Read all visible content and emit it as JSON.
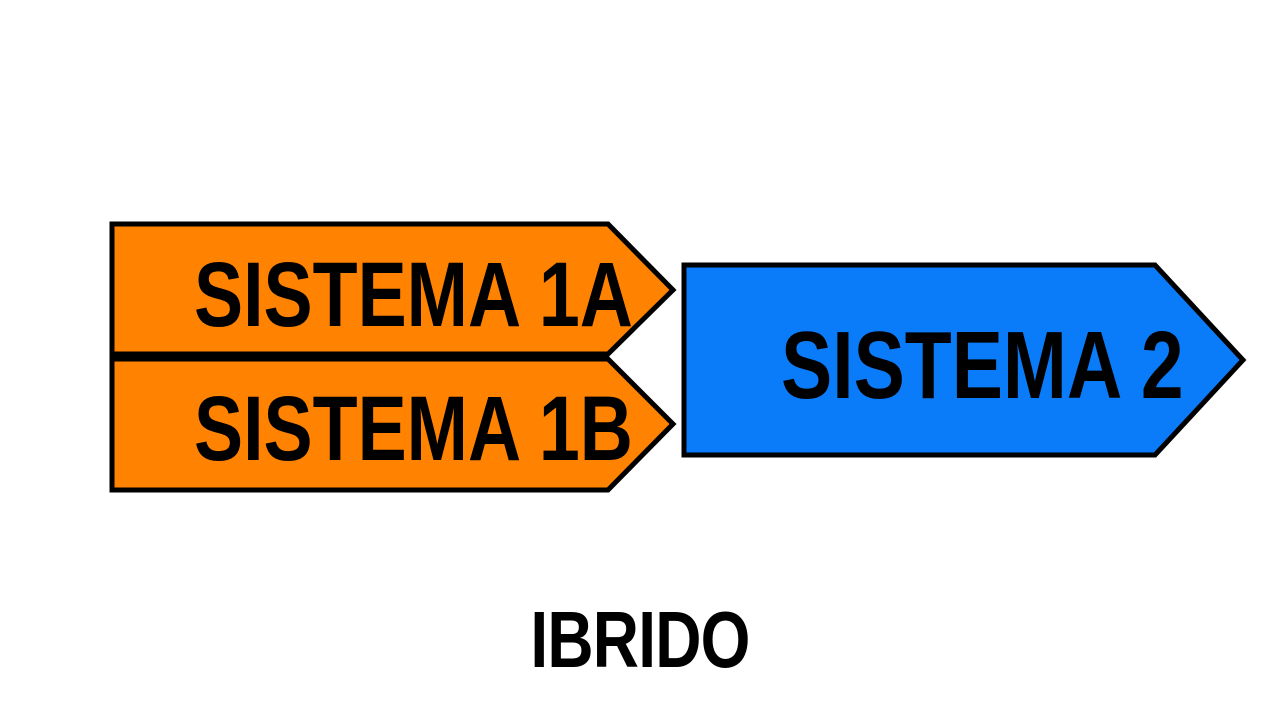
{
  "diagram": {
    "title": "IBRIDO",
    "background_color": "#FFFFFF",
    "stroke_color": "#000000",
    "nodes": [
      {
        "id": "sistema-1a",
        "label": "SISTEMA 1A",
        "shape": "right-arrow",
        "fill_color": "#FF8200",
        "group": "sistema-1",
        "stage": 1
      },
      {
        "id": "sistema-1b",
        "label": "SISTEMA 1B",
        "shape": "right-arrow",
        "fill_color": "#FF8200",
        "group": "sistema-1",
        "stage": 1
      },
      {
        "id": "sistema-2",
        "label": "SISTEMA 2",
        "shape": "right-arrow",
        "fill_color": "#0A7CFA",
        "group": "sistema-2",
        "stage": 2
      }
    ]
  }
}
